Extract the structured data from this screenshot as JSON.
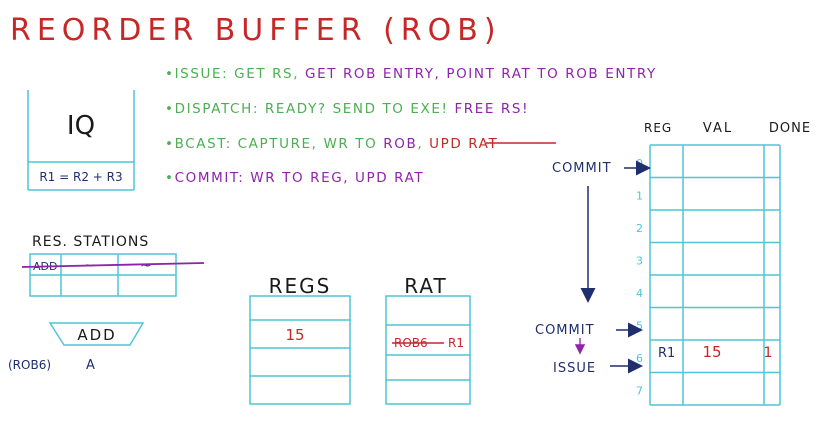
{
  "title": "REORDER BUFFER (ROB)",
  "colors": {
    "ink": "#1a1a1a",
    "red": "#c62828",
    "green": "#4caf50",
    "purple": "#8e24aa",
    "cyan": "#4ec6d6",
    "navy": "#1f2f6b"
  },
  "notes": [
    {
      "bullet": "•",
      "parts": [
        {
          "text": "ISSUE:  GET RS, ",
          "color": "green"
        },
        {
          "text": "GET ROB ENTRY, POINT RAT TO ROB ENTRY",
          "color": "purple"
        }
      ]
    },
    {
      "bullet": "•",
      "parts": [
        {
          "text": "DISPATCH: READY? SEND TO EXE! ",
          "color": "green"
        },
        {
          "text": "FREE RS!",
          "color": "purple"
        }
      ]
    },
    {
      "bullet": "•",
      "parts": [
        {
          "text": "BCAST: CAPTURE, WR TO ",
          "color": "green"
        },
        {
          "text": "ROB",
          "color": "purple"
        },
        {
          "text": ", ",
          "color": "green"
        },
        {
          "text": "UPD RAT",
          "color": "red"
        }
      ]
    },
    {
      "bullet": "•",
      "parts": [
        {
          "text": "COMMIT: WR TO REG, UPD RAT",
          "color": "purple"
        }
      ]
    }
  ],
  "iq": {
    "label": "IQ",
    "entry": "R1 = R2 + R3"
  },
  "res_stations": {
    "label": "RES. STATIONS",
    "entries": [
      "ADD",
      "~",
      "~"
    ]
  },
  "adder": {
    "label": "ADD",
    "tag": "(ROB6)",
    "value": "A"
  },
  "regs": {
    "label": "REGS",
    "value": "15"
  },
  "rat": {
    "label": "RAT",
    "old": "ROB6",
    "new": "R1"
  },
  "rob": {
    "headers": [
      "REG",
      "VAL",
      "DONE"
    ],
    "indices": [
      "0",
      "1",
      "2",
      "3",
      "4",
      "5",
      "6",
      "7"
    ],
    "entry6": {
      "reg": "R1",
      "val": "15",
      "done": "1"
    },
    "commit_top": "COMMIT",
    "commit_bottom": "COMMIT",
    "issue": "ISSUE"
  }
}
